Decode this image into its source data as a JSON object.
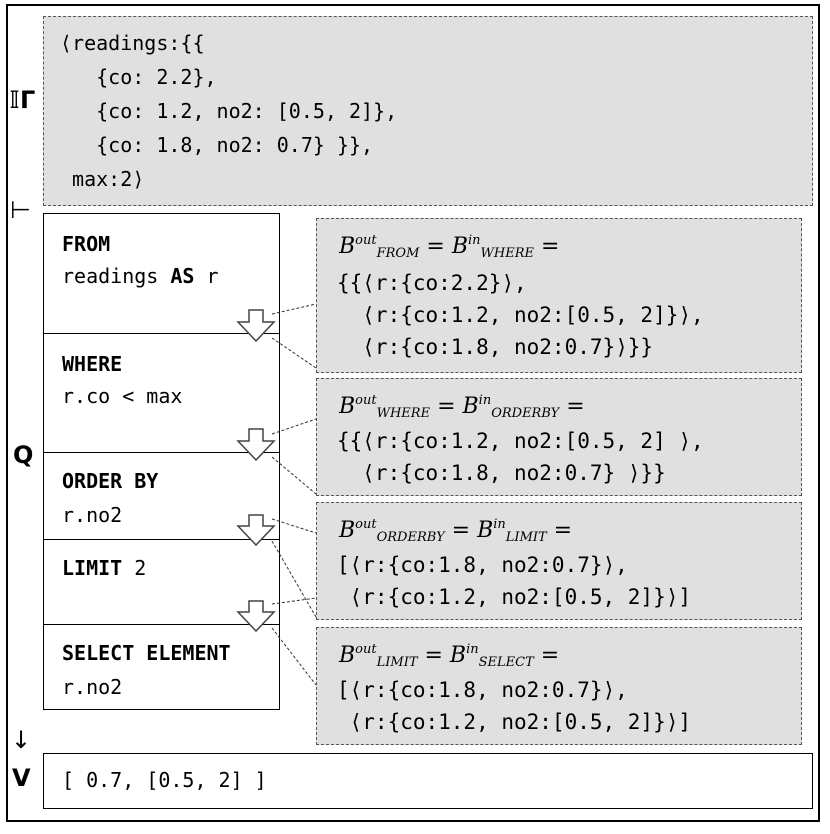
{
  "symbols": {
    "gamma": "𝕀Γ",
    "turnstile": "⊢",
    "q": "Q",
    "arrow": "↓",
    "v": "V"
  },
  "env": {
    "lines": [
      "⟨readings:{{",
      "   {co: 2.2},",
      "   {co: 1.2, no2: [0.5, 2]},",
      "   {co: 1.8, no2: 0.7} }},",
      " max:2⟩"
    ]
  },
  "query": {
    "from_kw": "FROM",
    "from_arg_a": "readings ",
    "from_arg_as": "AS",
    "from_arg_b": " r",
    "where_kw": "WHERE",
    "where_arg": "r.co < max",
    "orderby_kw": "ORDER BY",
    "orderby_arg": "r.no2",
    "limit_kw": "LIMIT",
    "limit_arg": " 2",
    "select_kw": "SELECT ELEMENT",
    "select_arg": "r.no2"
  },
  "bindings": [
    {
      "out": "out",
      "out_sub": "FROM",
      "in": "in",
      "in_sub": "WHERE",
      "lines": [
        "{{⟨r:{co:2.2}⟩,",
        "  ⟨r:{co:1.2, no2:[0.5, 2]}⟩,",
        "  ⟨r:{co:1.8, no2:0.7}⟩}}"
      ]
    },
    {
      "out": "out",
      "out_sub": "WHERE",
      "in": "in",
      "in_sub": "ORDERBY",
      "lines": [
        "{{⟨r:{co:1.2, no2:[0.5, 2] ⟩,",
        "  ⟨r:{co:1.8, no2:0.7} ⟩}}"
      ]
    },
    {
      "out": "out",
      "out_sub": "ORDERBY",
      "in": "in",
      "in_sub": "LIMIT",
      "lines": [
        "[⟨r:{co:1.8, no2:0.7}⟩,",
        " ⟨r:{co:1.2, no2:[0.5, 2]}⟩]"
      ]
    },
    {
      "out": "out",
      "out_sub": "LIMIT",
      "in": "in",
      "in_sub": "SELECT",
      "lines": [
        "[⟨r:{co:1.8, no2:0.7}⟩,",
        " ⟨r:{co:1.2, no2:[0.5, 2]}⟩]"
      ]
    }
  ],
  "result": "[ 0.7, [0.5, 2] ]"
}
